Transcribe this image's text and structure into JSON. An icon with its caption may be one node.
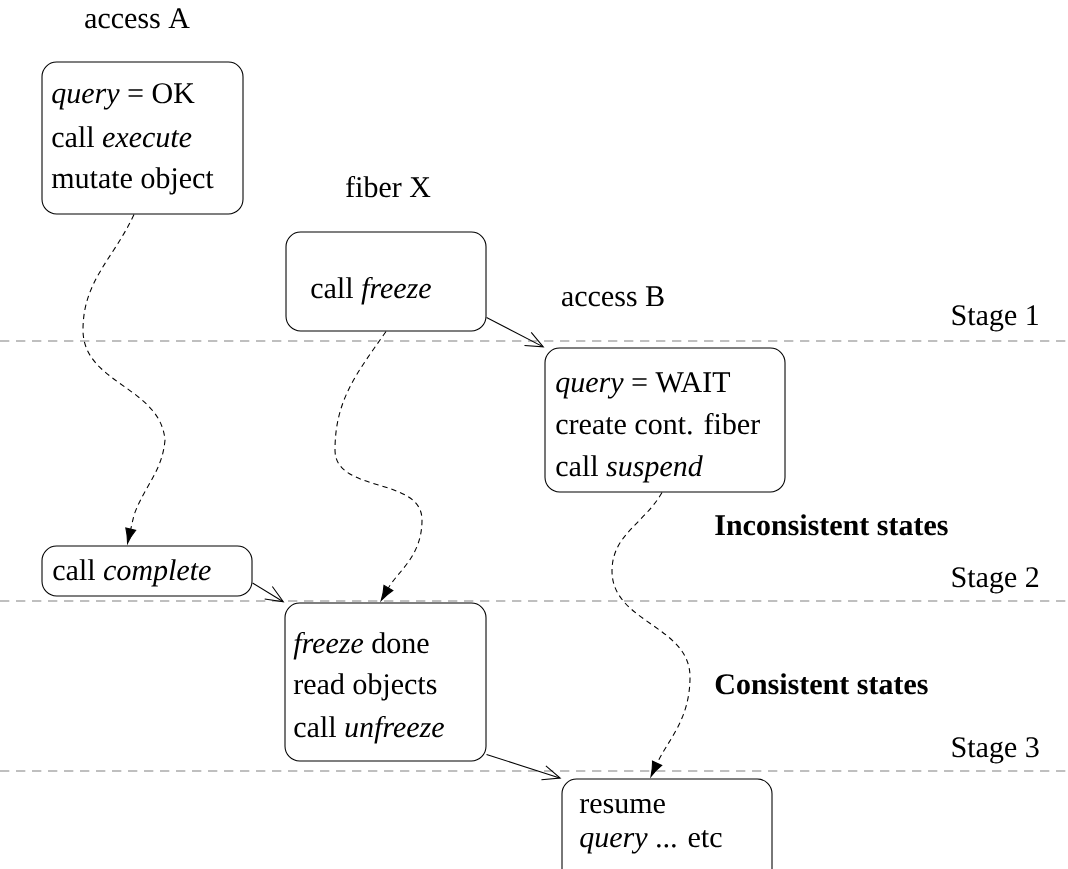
{
  "diagram": {
    "nodes": [
      {
        "text": [
          "access A",
          "*query* = OK",
          "call *execute*",
          "mutate object"
        ]
      },
      {
        "text": [
          "fiber X",
          "call *freeze*"
        ]
      },
      {
        "text": [
          "access B",
          "*query* = WAIT",
          "create cont. fiber",
          "call *suspend*"
        ]
      },
      {
        "text": [
          "call *complete*"
        ]
      },
      {
        "text": [
          "*freeze* done",
          "read objects",
          "call *unfreeze*"
        ]
      },
      {
        "text": [
          "resume",
          "*query* ... etc"
        ]
      }
    ],
    "edges": [
      {
        "from": 0,
        "to": 3,
        "arrow": "to",
        "style": "dashed"
      },
      {
        "from": 1,
        "to": 2,
        "arrow": "to"
      },
      {
        "from": 1,
        "to": 4,
        "arrow": "to",
        "style": "dashed"
      },
      {
        "from": 3,
        "to": 4,
        "arrow": "to"
      },
      {
        "from": 2,
        "to": 5,
        "arrow": "to",
        "style": "dashed"
      },
      {
        "from": 4,
        "to": 5,
        "arrow": "to"
      }
    ],
    "labels": [
      "Stage 1",
      "Inconsistent states",
      "Stage 2",
      "Consistent states",
      "Stage 3"
    ]
  }
}
